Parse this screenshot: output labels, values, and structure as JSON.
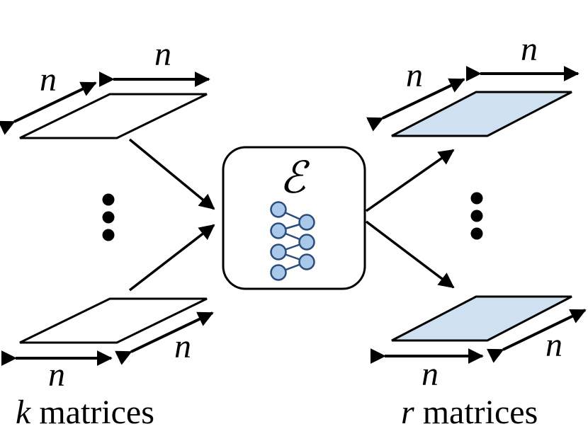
{
  "dimension_symbol": "n",
  "encoder": {
    "symbol": "ℰ"
  },
  "inputs": {
    "count_symbol": "k",
    "caption_rest": " matrices"
  },
  "outputs": {
    "count_symbol": "r",
    "caption_rest": " matrices"
  },
  "colors": {
    "input_fill": "#ffffff",
    "output_fill": "#cfe0f1",
    "node_fill": "#a9c8ea",
    "node_stroke": "#2a4c7a",
    "stroke": "#000000"
  }
}
